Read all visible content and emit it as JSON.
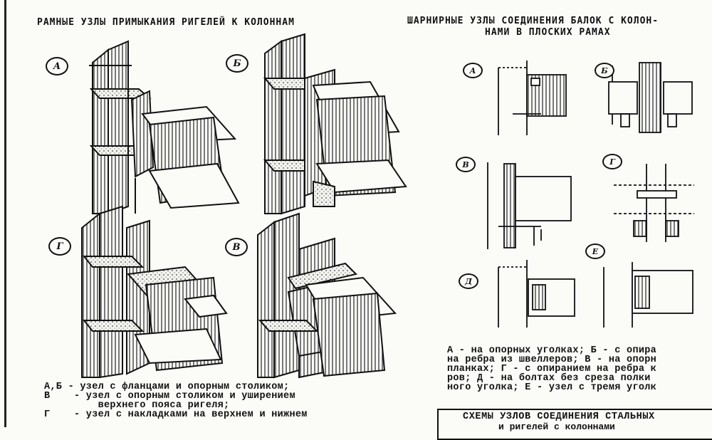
{
  "left_panel": {
    "title": "РАМНЫЕ УЗЛЫ ПРИМЫКАНИЯ РИГЕЛЕЙ К КОЛОННАМ",
    "labels": [
      "А",
      "Б",
      "Г",
      "В"
    ],
    "caption": "А,Б - узел с фланцами и опорным столиком;\nВ    - узел с опорным столиком и уширением\n         верхнего пояса ригеля;\nГ    - узел с накладками на верхнем и нижнем"
  },
  "right_panel": {
    "title_line1": "ШАРНИРНЫЕ УЗЛЫ СОЕДИНЕНИЯ БАЛОК С КОЛОН-",
    "title_line2": "НАМИ В ПЛОСКИХ РАМАХ",
    "labels": [
      "А",
      "Б",
      "В",
      "Г",
      "Д",
      "Е"
    ],
    "caption": "А - на опорных уголках; Б - с опира\nна ребра из швеллеров; В - на опорн\nпланках; Г - с опиранием на ребра к\nров; Д - на болтах без среза полки\nного уголка; Е - узел с тремя уголк"
  },
  "schemes": {
    "title": "СХЕМЫ УЗЛОВ СОЕДИНЕНИЯ СТАЛЬНЫХ",
    "subtitle": "и ригелей с колоннами"
  }
}
